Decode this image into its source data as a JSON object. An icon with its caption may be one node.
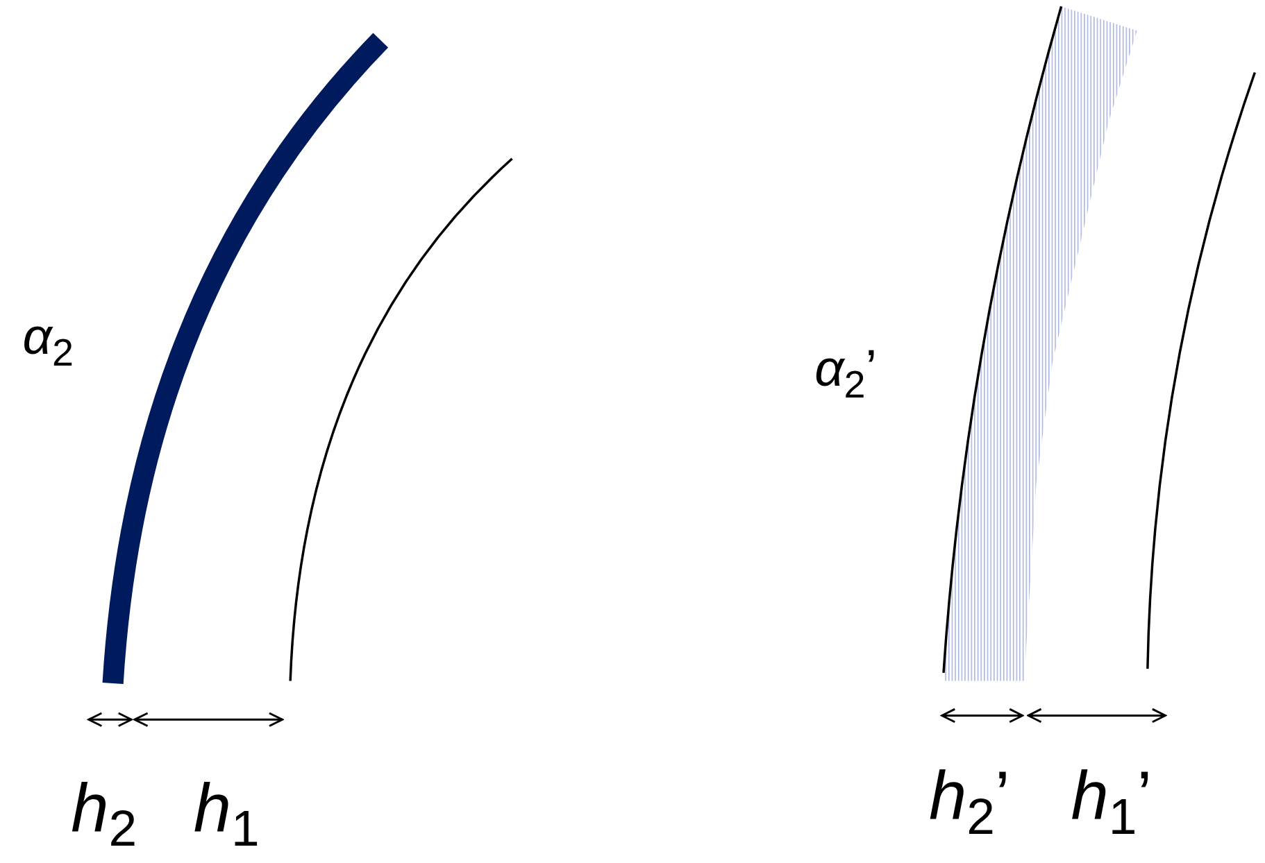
{
  "diagram": {
    "labels": [
      "*α*$_{2}$",
      "*h*$_{2}$",
      "*h*$_{1}$",
      "*α*$_{2}$’",
      "*h*$_{2}$’",
      "*h*$_{1}$’"
    ]
  }
}
